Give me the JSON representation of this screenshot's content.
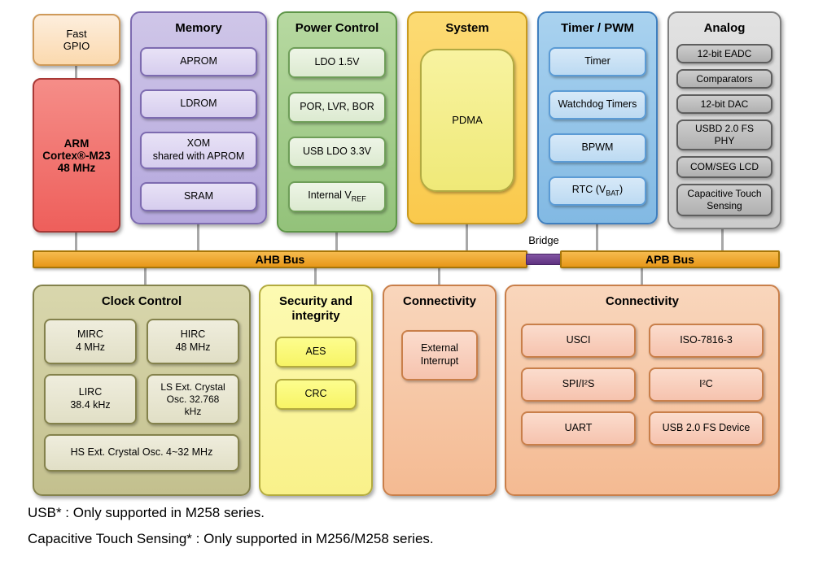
{
  "cpu_block": {
    "fast_gpio": "Fast\nGPIO",
    "cpu": "ARM\nCortex®-M23\n48 MHz"
  },
  "memory": {
    "title": "Memory",
    "items": [
      "APROM",
      "LDROM",
      "XOM\nshared with APROM",
      "SRAM"
    ]
  },
  "power": {
    "title": "Power Control",
    "items": [
      "LDO 1.5V",
      "POR, LVR, BOR",
      "USB LDO 3.3V"
    ],
    "vref": {
      "pre": "Internal V",
      "sub": "REF"
    }
  },
  "system": {
    "title": "System",
    "item": "PDMA"
  },
  "timer": {
    "title": "Timer / PWM",
    "items": [
      "Timer",
      "Watchdog Timers",
      "BPWM"
    ],
    "rtc": {
      "pre": "RTC (V",
      "sub": "BAT",
      "post": ")"
    }
  },
  "analog": {
    "title": "Analog",
    "items": [
      "12-bit EADC",
      "Comparators",
      "12-bit DAC",
      "USBD 2.0 FS\nPHY",
      "COM/SEG LCD",
      "Capacitive Touch\nSensing"
    ]
  },
  "bus": {
    "ahb": "AHB Bus",
    "apb": "APB Bus",
    "bridge": "Bridge"
  },
  "clock": {
    "title": "Clock Control",
    "items": [
      "MIRC\n4 MHz",
      "HIRC\n48 MHz",
      "LIRC\n38.4 kHz",
      "LS Ext. Crystal\nOsc. 32.768\nkHz",
      "HS Ext. Crystal Osc. 4~32 MHz"
    ]
  },
  "security": {
    "title": "Security and integrity",
    "items": [
      "AES",
      "CRC"
    ]
  },
  "connectivity_small": {
    "title": "Connectivity",
    "item": "External\nInterrupt"
  },
  "connectivity_large": {
    "title": "Connectivity",
    "items": [
      "USCI",
      "ISO-7816-3",
      "SPI/I²S",
      "I²C",
      "UART",
      "USB 2.0 FS Device"
    ]
  },
  "footnotes": [
    "USB* : Only supported in M258 series.",
    "Capacitive Touch Sensing* : Only supported in M256/M258 series."
  ]
}
